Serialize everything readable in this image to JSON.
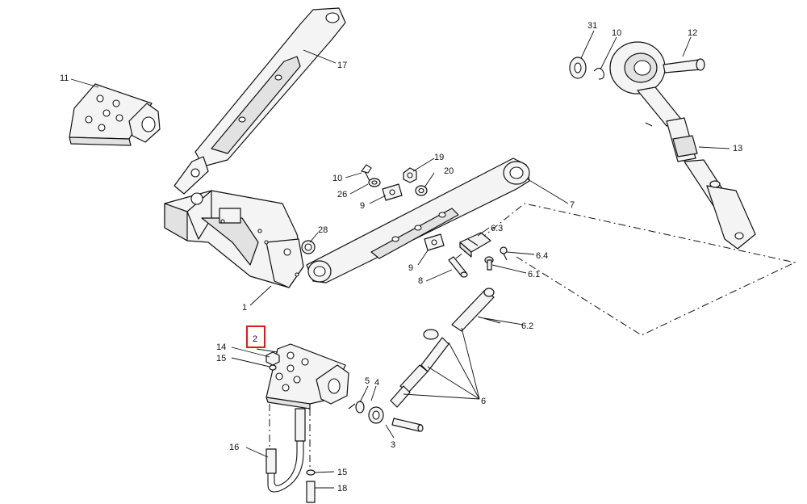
{
  "callouts": {
    "c1": "1",
    "c2": "2",
    "c3": "3",
    "c4": "4",
    "c5": "5",
    "c6": "6",
    "c6_1": "6.1",
    "c6_2": "6.2",
    "c6_3": "6.3",
    "c6_4": "6.4",
    "c7": "7",
    "c8": "8",
    "c9a": "9",
    "c9b": "9",
    "c10a": "10",
    "c10b": "10",
    "c11": "11",
    "c12": "12",
    "c13": "13",
    "c14": "14",
    "c15a": "15",
    "c15b": "15",
    "c16": "16",
    "c17": "17",
    "c18": "18",
    "c19": "19",
    "c20": "20",
    "c26": "26",
    "c28": "28",
    "c31": "31"
  },
  "highlight_color": "#e0191c",
  "line_color": "#111111"
}
